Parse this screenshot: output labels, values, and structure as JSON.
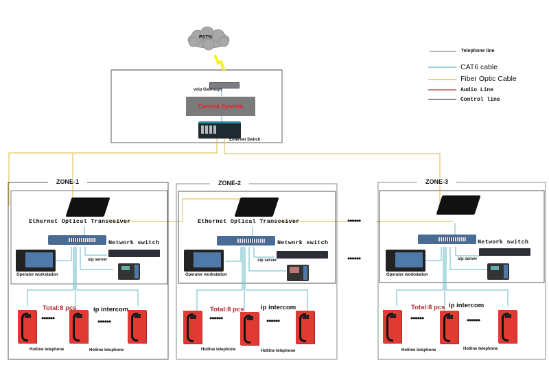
{
  "pstn": {
    "label": "PSTN"
  },
  "legend": {
    "items": [
      {
        "label": "Telephone line",
        "color": "#9a9a9a"
      },
      {
        "label": "CAT6  cable",
        "color": "#7ec3cf"
      },
      {
        "label": "Fiber Optic Cable",
        "color": "#e3c45a"
      },
      {
        "label": "Audio Line",
        "color": "#9b3a3a"
      },
      {
        "label": "Control  line",
        "color": "#3d4560"
      }
    ]
  },
  "core": {
    "gateway_label": "voip Gateways",
    "central_system_label": "Central System",
    "switch_label": "Ethernet Switch"
  },
  "colors": {
    "cat6": "#7ec3cf",
    "fiber": "#e3c45a",
    "telephone": "#9a9a9a",
    "lightning": "#f5ef2a",
    "central_bg": "#7b7b7b",
    "central_text": "#e0242b",
    "phone_red": "#e03a33",
    "total_text": "#b02a30"
  },
  "zones": [
    {
      "title": "ZONE-1",
      "transceiver_label": "Ethernet Optical Transceiver",
      "switch_label": "Network switch",
      "sip_label": "sip server",
      "workstation_label": "Operator workstation",
      "total_label": "Total:8 pcs",
      "intercom_label": "ip intercom",
      "phone_labels": [
        "Hotline telephone",
        "Hotline telephone"
      ],
      "dots": "••••••"
    },
    {
      "title": "ZONE-2",
      "transceiver_label": "Ethernet Optical Transceiver",
      "switch_label": "Network switch",
      "sip_label": "sip server",
      "workstation_label": "Operator workstation",
      "total_label": "Total:8 pcs",
      "intercom_label": "ip intercom",
      "phone_labels": [
        "Hotline telephone",
        "Hotline telephone"
      ],
      "dots": "••••••"
    },
    {
      "title": "ZONE-3",
      "transceiver_label": "",
      "switch_label": "Network switch",
      "sip_label": "sip server",
      "workstation_label": "Operator workstation",
      "total_label": "Total:8 pcs",
      "intercom_label": "ip intercom",
      "phone_labels": [
        "Hotline telephone",
        "Hotline telephone"
      ],
      "dots": "••••••"
    }
  ],
  "between_zones_dots": "••••••"
}
